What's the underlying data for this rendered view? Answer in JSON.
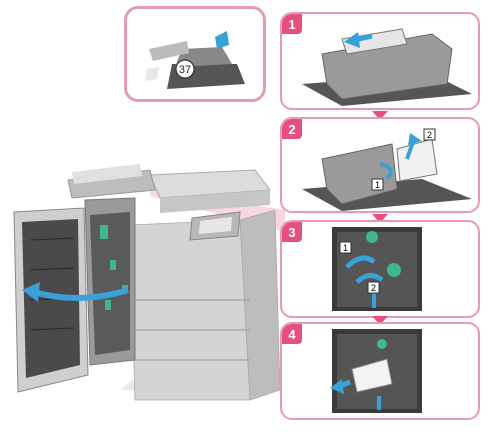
{
  "callout": {
    "page_ref": "37"
  },
  "steps": [
    {
      "number": "1"
    },
    {
      "number": "2",
      "labels": [
        "2",
        "1"
      ]
    },
    {
      "number": "3",
      "labels": [
        "1",
        "2"
      ]
    },
    {
      "number": "4"
    }
  ],
  "colors": {
    "accent": "#e5507e",
    "border": "#e59ab6",
    "arrow": "#3aa0d8",
    "machine": "#cfcfcf",
    "shadow": "#555555"
  }
}
